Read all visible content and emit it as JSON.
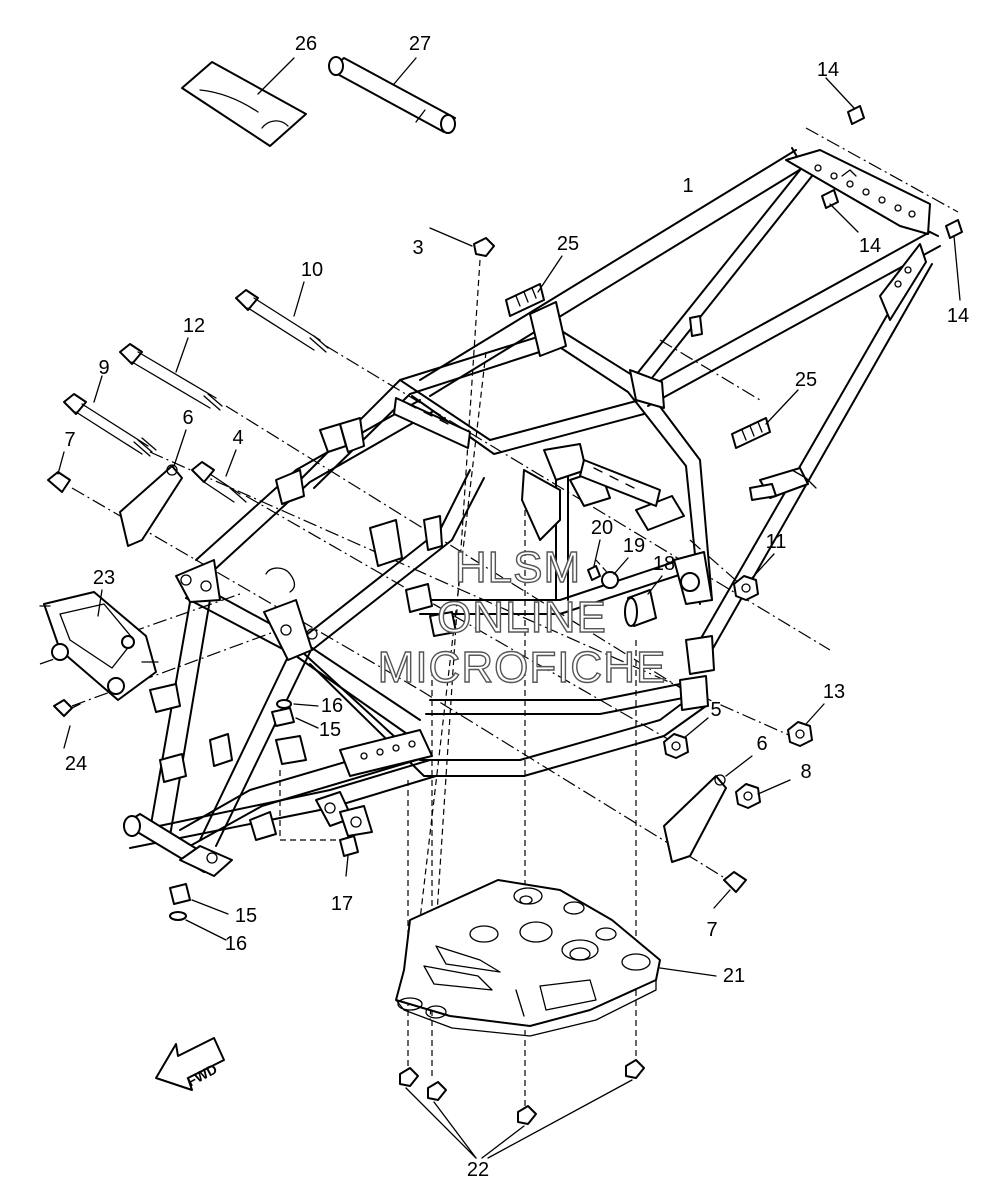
{
  "diagram": {
    "part_labels": [
      "1",
      "3",
      "4",
      "5",
      "6",
      "6",
      "7",
      "7",
      "8",
      "9",
      "10",
      "11",
      "12",
      "13",
      "14",
      "14",
      "14",
      "15",
      "15",
      "16",
      "16",
      "17",
      "18",
      "19",
      "20",
      "21",
      "22",
      "23",
      "24",
      "25",
      "25",
      "26",
      "27"
    ],
    "watermark": [
      "HLSM",
      "ONLINE",
      "MICROFICHE"
    ],
    "direction_label": "FWD"
  }
}
